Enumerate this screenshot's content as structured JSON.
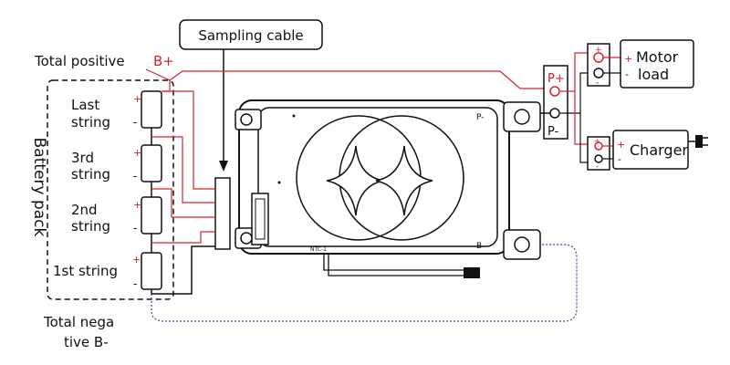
{
  "diagram": {
    "sampling_cable": "Sampling cable",
    "total_positive": "Total positive",
    "b_plus": "B+",
    "battery_pack": "Battery pack",
    "cells": {
      "last_line1": "Last",
      "last_line2": "string",
      "third_line1": "3rd",
      "third_line2": "string",
      "second_line1": "2nd",
      "second_line2": "string",
      "first": "1st string"
    },
    "total_negative_line1": "Total nega",
    "total_negative_line2": "tive B-",
    "plus": "+",
    "minus": "-",
    "p_plus": "P+",
    "p_minus": "P-",
    "bms_p_minus": "P-",
    "bms_b_minus": "B-",
    "ntc": "NTC-1",
    "motor_line1": "Motor",
    "motor_line2": "load",
    "charger": "Charger",
    "colors": {
      "red": "#d9232d",
      "blue": "#3b4aa8",
      "black": "#111111"
    }
  }
}
